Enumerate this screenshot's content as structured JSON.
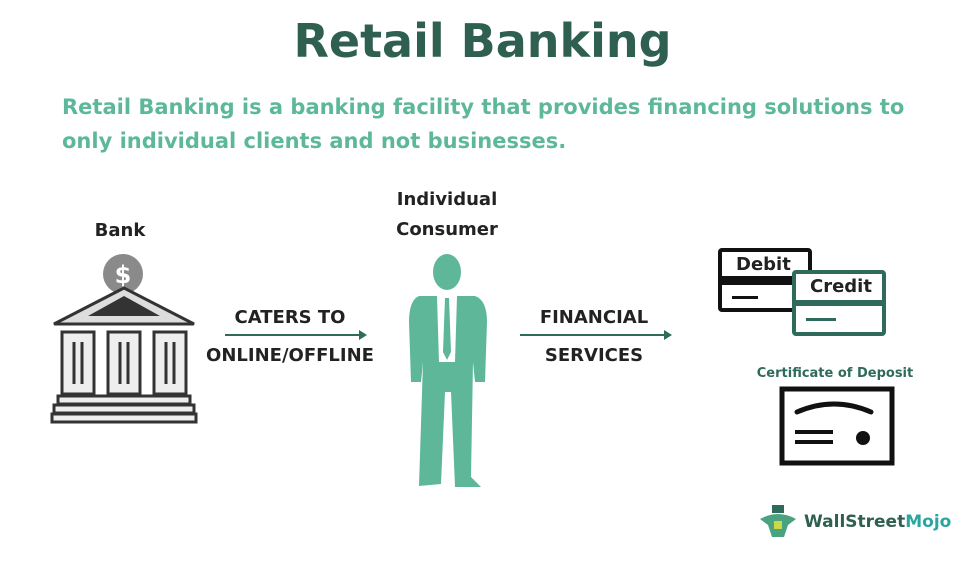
{
  "title": "Retail Banking",
  "subtitle": {
    "line1": "Retail Banking is a banking facility that provides financing solutions to",
    "line2": "only individual clients and not businesses."
  },
  "bank": {
    "label": "Bank",
    "icon": "bank-icon",
    "coin_symbol": "$"
  },
  "link1": {
    "line1": "CATERS TO",
    "line2": "ONLINE/OFFLINE"
  },
  "consumer": {
    "line1": "Individual",
    "line2": "Consumer",
    "icon": "person-icon"
  },
  "link2": {
    "line1": "FINANCIAL",
    "line2": "SERVICES"
  },
  "services": {
    "debit": "Debit",
    "credit": "Credit",
    "certificate": "Certificate of Deposit"
  },
  "logo": {
    "text_a": "WallStreet",
    "text_b": "Mojo"
  },
  "colors": {
    "title": "#2f5f50",
    "accent": "#5db89b",
    "credit": "#2f6b5a"
  }
}
